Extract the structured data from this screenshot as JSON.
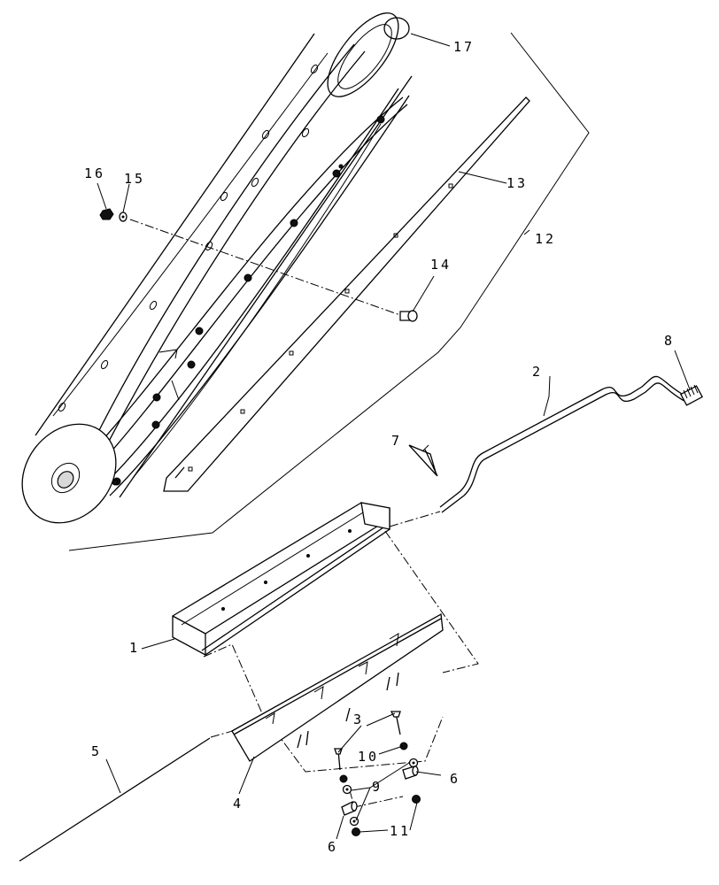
{
  "callouts": [
    {
      "id": "1",
      "label": "1"
    },
    {
      "id": "2",
      "label": "2"
    },
    {
      "id": "3",
      "label": "3"
    },
    {
      "id": "4",
      "label": "4"
    },
    {
      "id": "5",
      "label": "5"
    },
    {
      "id": "6a",
      "label": "6"
    },
    {
      "id": "6b",
      "label": "6"
    },
    {
      "id": "7",
      "label": "7"
    },
    {
      "id": "8",
      "label": "8"
    },
    {
      "id": "9",
      "label": "9"
    },
    {
      "id": "10",
      "label": "10"
    },
    {
      "id": "11",
      "label": "11"
    },
    {
      "id": "12",
      "label": "12"
    },
    {
      "id": "13",
      "label": "13"
    },
    {
      "id": "14",
      "label": "14"
    },
    {
      "id": "15",
      "label": "15"
    },
    {
      "id": "16",
      "label": "16"
    },
    {
      "id": "17",
      "label": "17"
    }
  ],
  "colors": {
    "ink": "#000000",
    "paper": "#ffffff"
  }
}
